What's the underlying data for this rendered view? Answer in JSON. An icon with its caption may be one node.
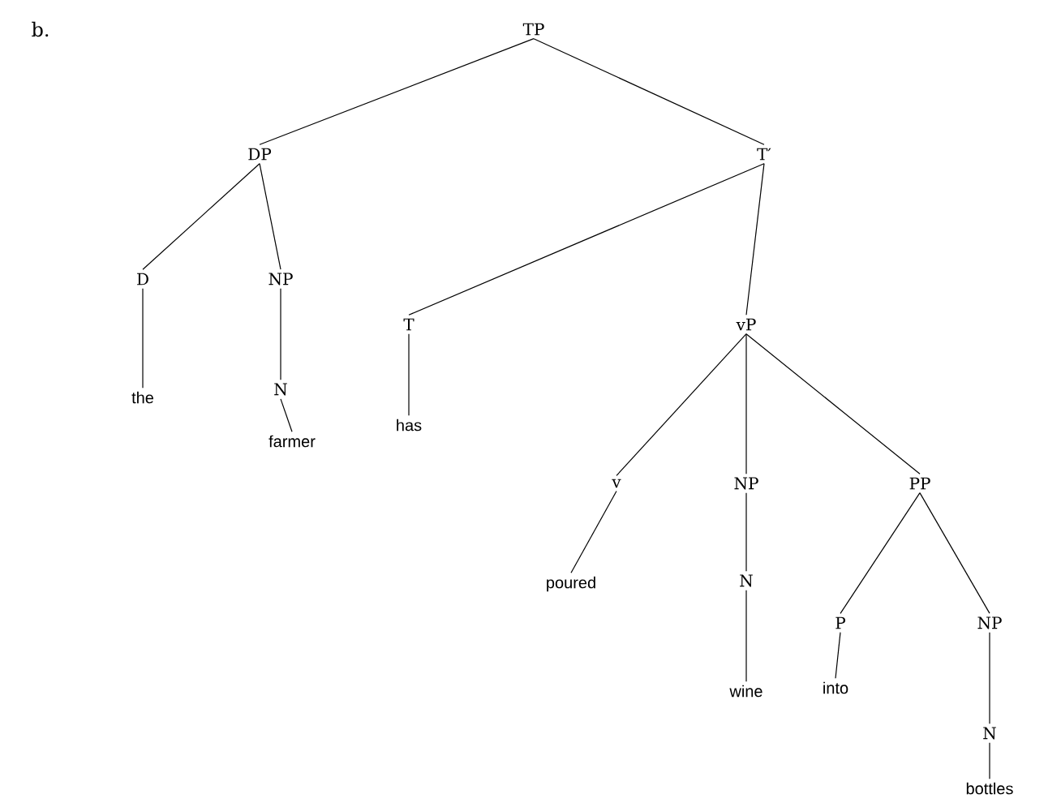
{
  "diagram": {
    "nodes": [
      {
        "text": [
          "TP"
        ]
      },
      {
        "text": [
          "DP"
        ]
      },
      {
        "text": [
          "T′"
        ]
      },
      {
        "text": [
          "D"
        ]
      },
      {
        "text": [
          "NP"
        ]
      },
      {
        "text": [
          "T"
        ]
      },
      {
        "text": [
          "vP"
        ]
      },
      {
        "text": [
          "N"
        ]
      },
      {
        "text": [
          "the"
        ]
      },
      {
        "text": [
          "has"
        ]
      },
      {
        "text": [
          "farmer"
        ]
      },
      {
        "text": [
          "v"
        ]
      },
      {
        "text": [
          "NP"
        ]
      },
      {
        "text": [
          "PP"
        ]
      },
      {
        "text": [
          "poured"
        ]
      },
      {
        "text": [
          "N"
        ]
      },
      {
        "text": [
          "P"
        ]
      },
      {
        "text": [
          "NP"
        ]
      },
      {
        "text": [
          "into"
        ]
      },
      {
        "text": [
          "wine"
        ]
      },
      {
        "text": [
          "N"
        ]
      },
      {
        "text": [
          "bottles"
        ]
      }
    ],
    "edges": [
      {
        "from": 0,
        "to": 1,
        "arrow": "none"
      },
      {
        "from": 0,
        "to": 2,
        "arrow": "none"
      },
      {
        "from": 1,
        "to": 3,
        "arrow": "none"
      },
      {
        "from": 1,
        "to": 4,
        "arrow": "none"
      },
      {
        "from": 2,
        "to": 5,
        "arrow": "none"
      },
      {
        "from": 2,
        "to": 6,
        "arrow": "none"
      },
      {
        "from": 3,
        "to": 8,
        "arrow": "none"
      },
      {
        "from": 4,
        "to": 7,
        "arrow": "none"
      },
      {
        "from": 7,
        "to": 10,
        "arrow": "none"
      },
      {
        "from": 5,
        "to": 9,
        "arrow": "none"
      },
      {
        "from": 6,
        "to": 11,
        "arrow": "none"
      },
      {
        "from": 6,
        "to": 12,
        "arrow": "none"
      },
      {
        "from": 6,
        "to": 13,
        "arrow": "none"
      },
      {
        "from": 11,
        "to": 14,
        "arrow": "none"
      },
      {
        "from": 12,
        "to": 15,
        "arrow": "none"
      },
      {
        "from": 15,
        "to": 19,
        "arrow": "none"
      },
      {
        "from": 13,
        "to": 16,
        "arrow": "none"
      },
      {
        "from": 13,
        "to": 17,
        "arrow": "none"
      },
      {
        "from": 16,
        "to": 18,
        "arrow": "none"
      },
      {
        "from": 17,
        "to": 20,
        "arrow": "none"
      },
      {
        "from": 20,
        "to": 21,
        "arrow": "none"
      }
    ],
    "labels": [
      "b."
    ]
  }
}
